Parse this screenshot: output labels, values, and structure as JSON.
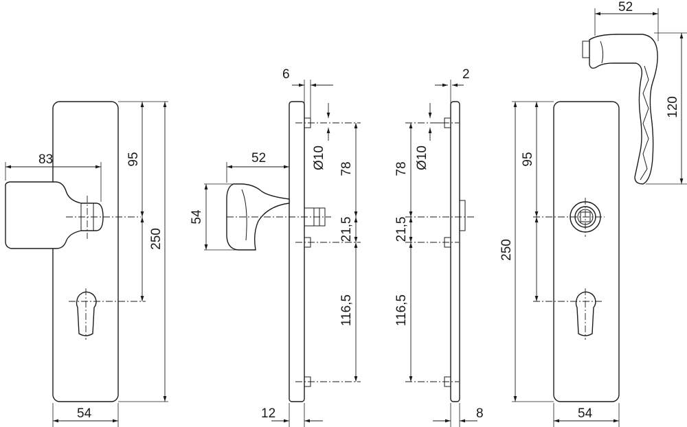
{
  "diagram": {
    "dimensions": {
      "front_left": {
        "handle_reach": "83",
        "to_center": "95",
        "height": "250",
        "width": "54"
      },
      "side_left": {
        "spindle": "6",
        "bore": "Ø10",
        "upper": "78",
        "middle": "21,5",
        "lower": "116,5",
        "knob_reach": "52",
        "knob_height": "54",
        "thickness": "12"
      },
      "side_right": {
        "spindle": "2",
        "bore": "Ø10",
        "upper": "78",
        "middle": "21,5",
        "lower": "116,5",
        "thickness": "8"
      },
      "front_right": {
        "to_center": "95",
        "height": "250",
        "width": "54"
      },
      "lever": {
        "reach": "52",
        "height": "120"
      }
    }
  }
}
